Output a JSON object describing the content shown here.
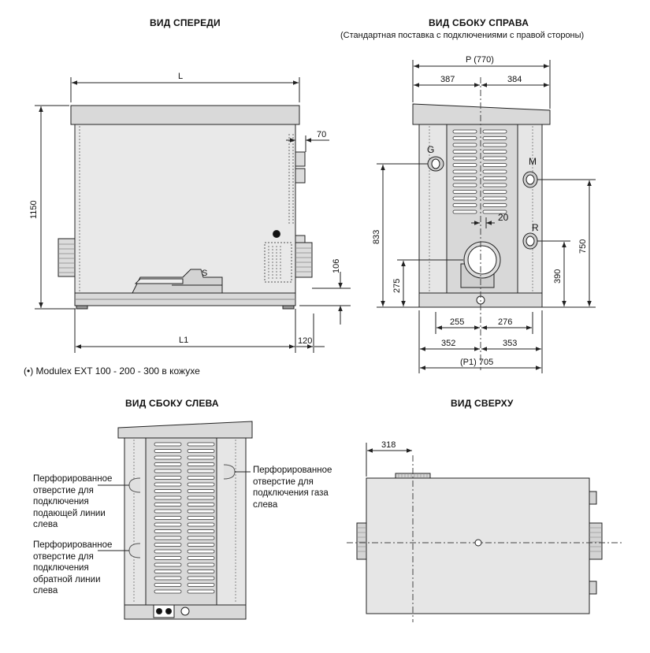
{
  "titles": {
    "front": "ВИД СПЕРЕДИ",
    "right": "ВИД СБОКУ СПРАВА",
    "right_sub": "(Стандартная поставка с подключениями с правой стороны)",
    "left": "ВИД СБОКУ СЛЕВА",
    "top": "ВИД СВЕРХУ"
  },
  "note": {
    "marker": "(•)",
    "text": "Modulex EXT 100 - 200 - 300 в кожухе"
  },
  "front": {
    "L": "L",
    "L1": "L1",
    "h1150": "1150",
    "d70": "70",
    "d106": "106",
    "d120": "120",
    "S": "S"
  },
  "right": {
    "P": "P (770)",
    "d387": "387",
    "d384": "384",
    "G": "G",
    "M": "M",
    "R": "R",
    "d20": "20",
    "h833": "833",
    "h275": "275",
    "h750": "750",
    "h390": "390",
    "d255": "255",
    "d276": "276",
    "d352": "352",
    "d353": "353",
    "P1": "(P1) 705"
  },
  "left": {
    "callout_gas": [
      "Перфорированное",
      "отверстие для",
      "подключения газа",
      "слева"
    ],
    "callout_supply": [
      "Перфорированное",
      "отверстие для",
      "подключения",
      "подающей линии",
      "слева"
    ],
    "callout_return": [
      "Перфорированное",
      "отверстие для",
      "подключения",
      "обратной линии",
      "слева"
    ]
  },
  "top": {
    "d318": "318"
  },
  "colors": {
    "body": "#e7e7e7",
    "panel": "#d7d7d7",
    "lid": "#d9d9d9",
    "dark": "#9a9a9a",
    "line": "#222222"
  }
}
